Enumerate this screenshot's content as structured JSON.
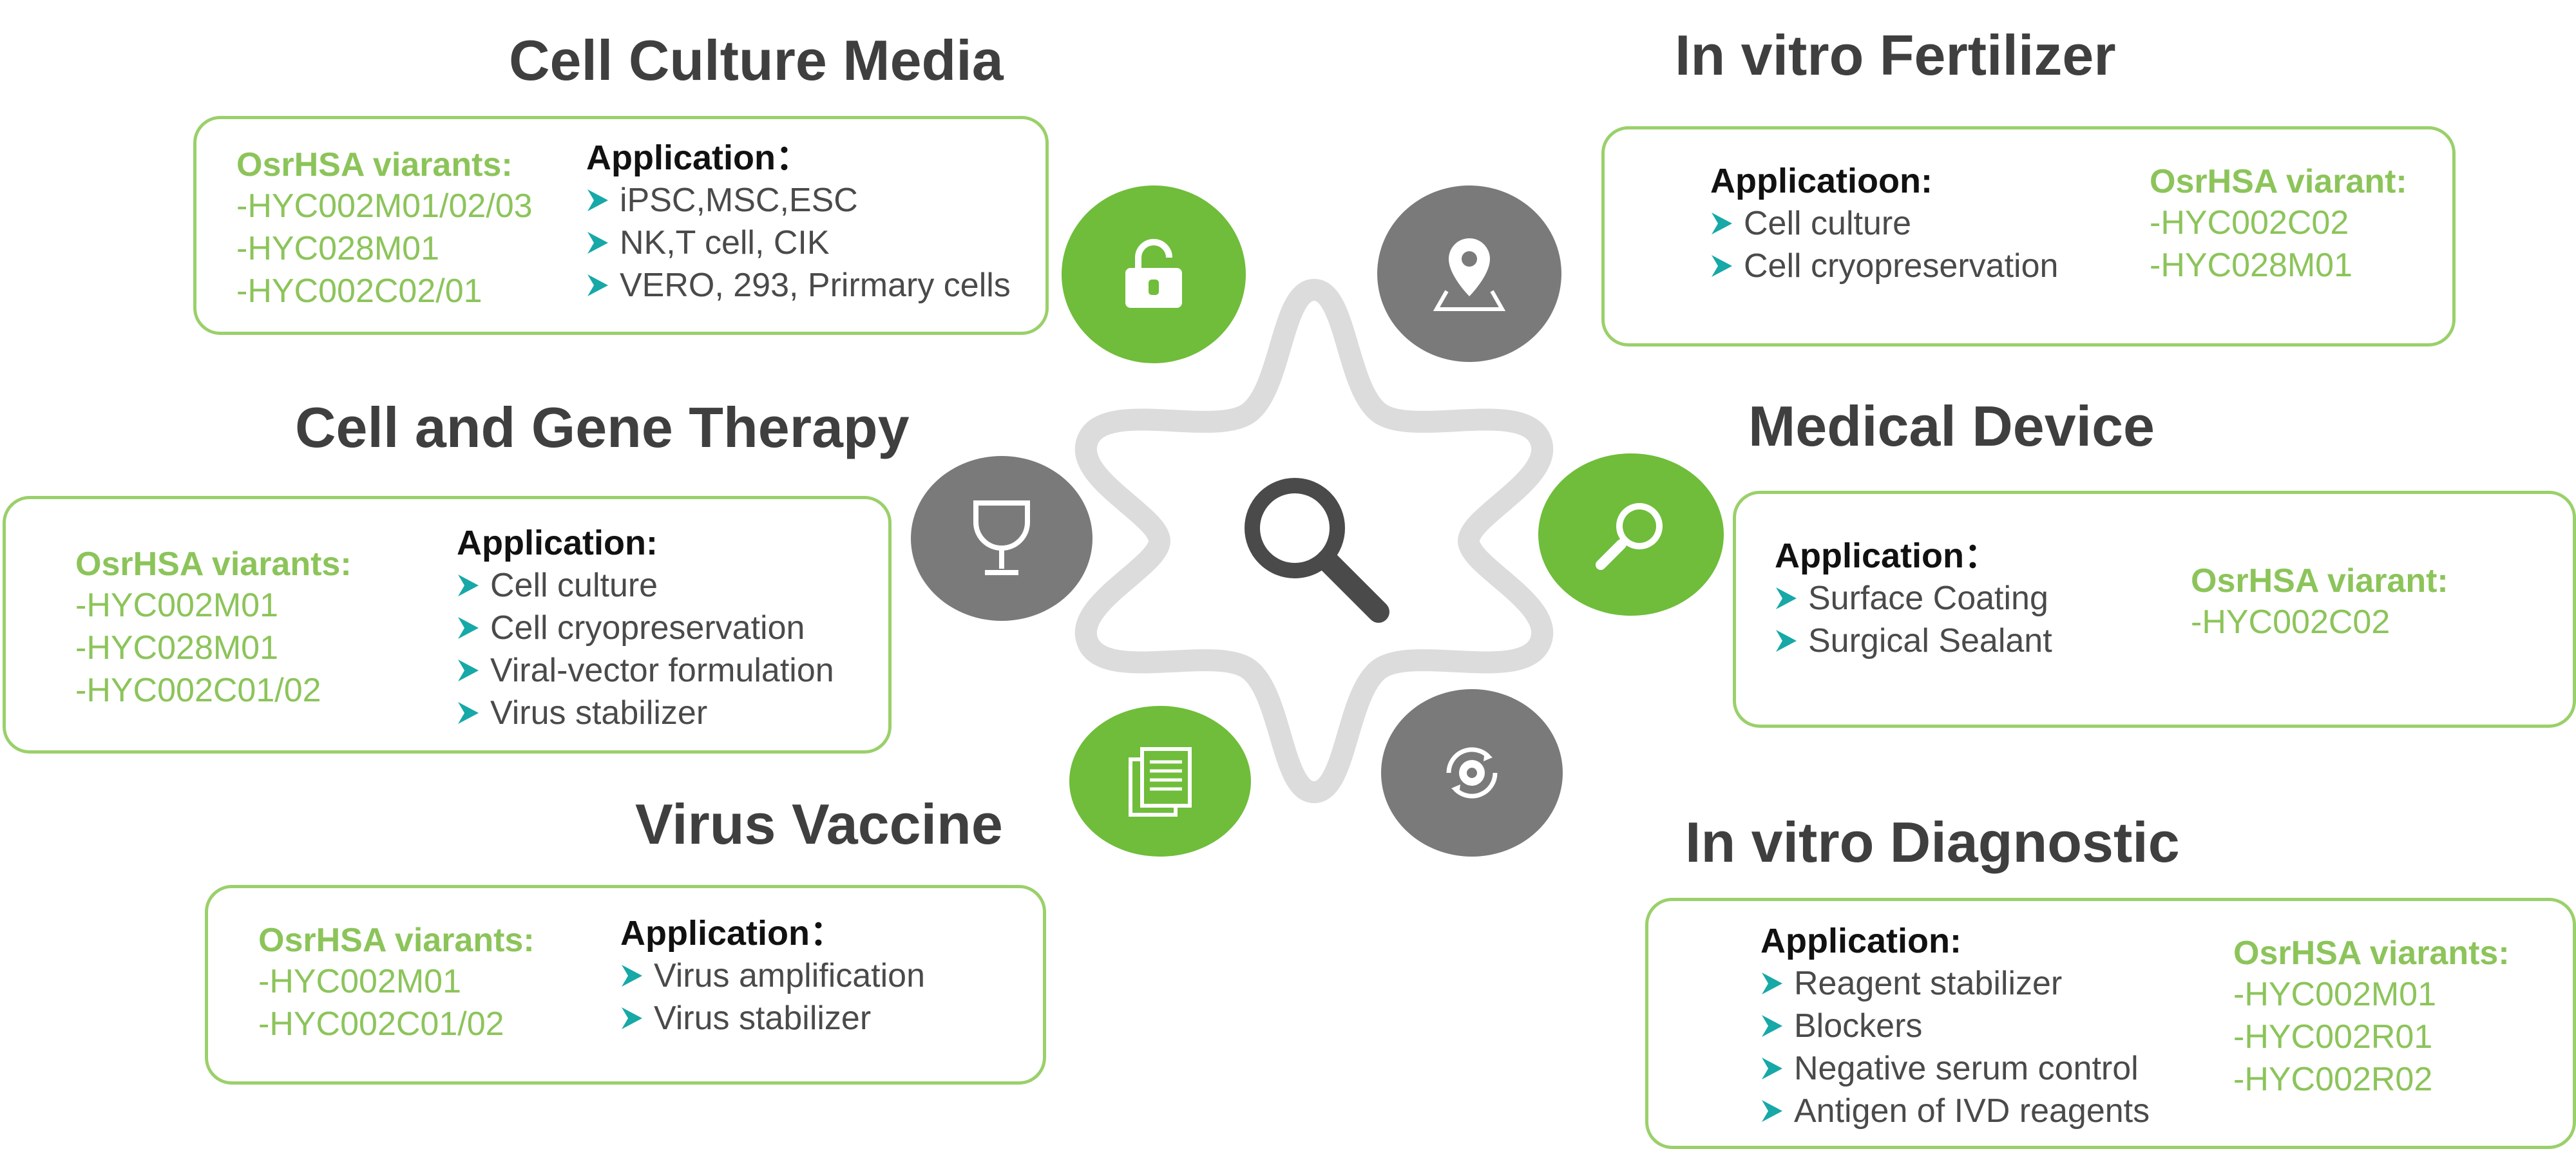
{
  "colors": {
    "green": "#6fbd3a",
    "gray": "#7a7a7a",
    "box_border": "#9ad06a",
    "variant_text": "#8cc45a",
    "arrow": "#17a8a8"
  },
  "sections": {
    "culture": {
      "title": "Cell Culture Media",
      "variant_head": "OsrHSA viarants:",
      "variants": [
        "-HYC002M01/02/03",
        "-HYC028M01",
        "-HYC002C02/01"
      ],
      "app_head": "Application：",
      "apps": [
        "iPSC,MSC,ESC",
        "NK,T cell, CIK",
        "VERO, 293, Prirmary cells"
      ]
    },
    "therapy": {
      "title": "Cell and Gene Therapy",
      "variant_head": "OsrHSA viarants:",
      "variants": [
        "-HYC002M01",
        "-HYC028M01",
        "-HYC002C01/02"
      ],
      "app_head": "Application:",
      "apps": [
        "Cell culture",
        " Cell cryopreservation",
        "Viral-vector formulation",
        " Virus stabilizer"
      ]
    },
    "vaccine": {
      "title": "Virus Vaccine",
      "variant_head": "OsrHSA viarants:",
      "variants": [
        "-HYC002M01",
        "-HYC002C01/02"
      ],
      "app_head": "Application：",
      "apps": [
        "Virus amplification",
        "Virus stabilizer"
      ]
    },
    "fertilizer": {
      "title": "In vitro Fertilizer",
      "app_head": "Applicatioon:",
      "apps": [
        "Cell culture",
        "Cell cryopreservation"
      ],
      "variant_head": "OsrHSA viarant:",
      "variants": [
        "-HYC002C02",
        "-HYC028M01"
      ]
    },
    "device": {
      "title": "Medical Device",
      "app_head": "Application：",
      "apps": [
        "Surface Coating",
        "Surgical Sealant"
      ],
      "variant_head": "OsrHSA viarant:",
      "variants": [
        "-HYC002C02"
      ]
    },
    "diagnostic": {
      "title": "In vitro Diagnostic",
      "app_head": "Application:",
      "apps": [
        "Reagent stabilizer",
        "Blockers",
        "Negative serum control",
        "Antigen of IVD reagents"
      ],
      "variant_head": "OsrHSA viarants:",
      "variants": [
        "-HYC002M01",
        "-HYC002R01",
        "-HYC002R02"
      ]
    }
  },
  "icons": {
    "top_left": "unlock-icon",
    "top_right": "map-pin-icon",
    "mid_left": "trophy-icon",
    "mid_right": "magnifier-icon",
    "bottom_left": "documents-icon",
    "bottom_right": "gear-refresh-icon",
    "center": "search-icon"
  }
}
